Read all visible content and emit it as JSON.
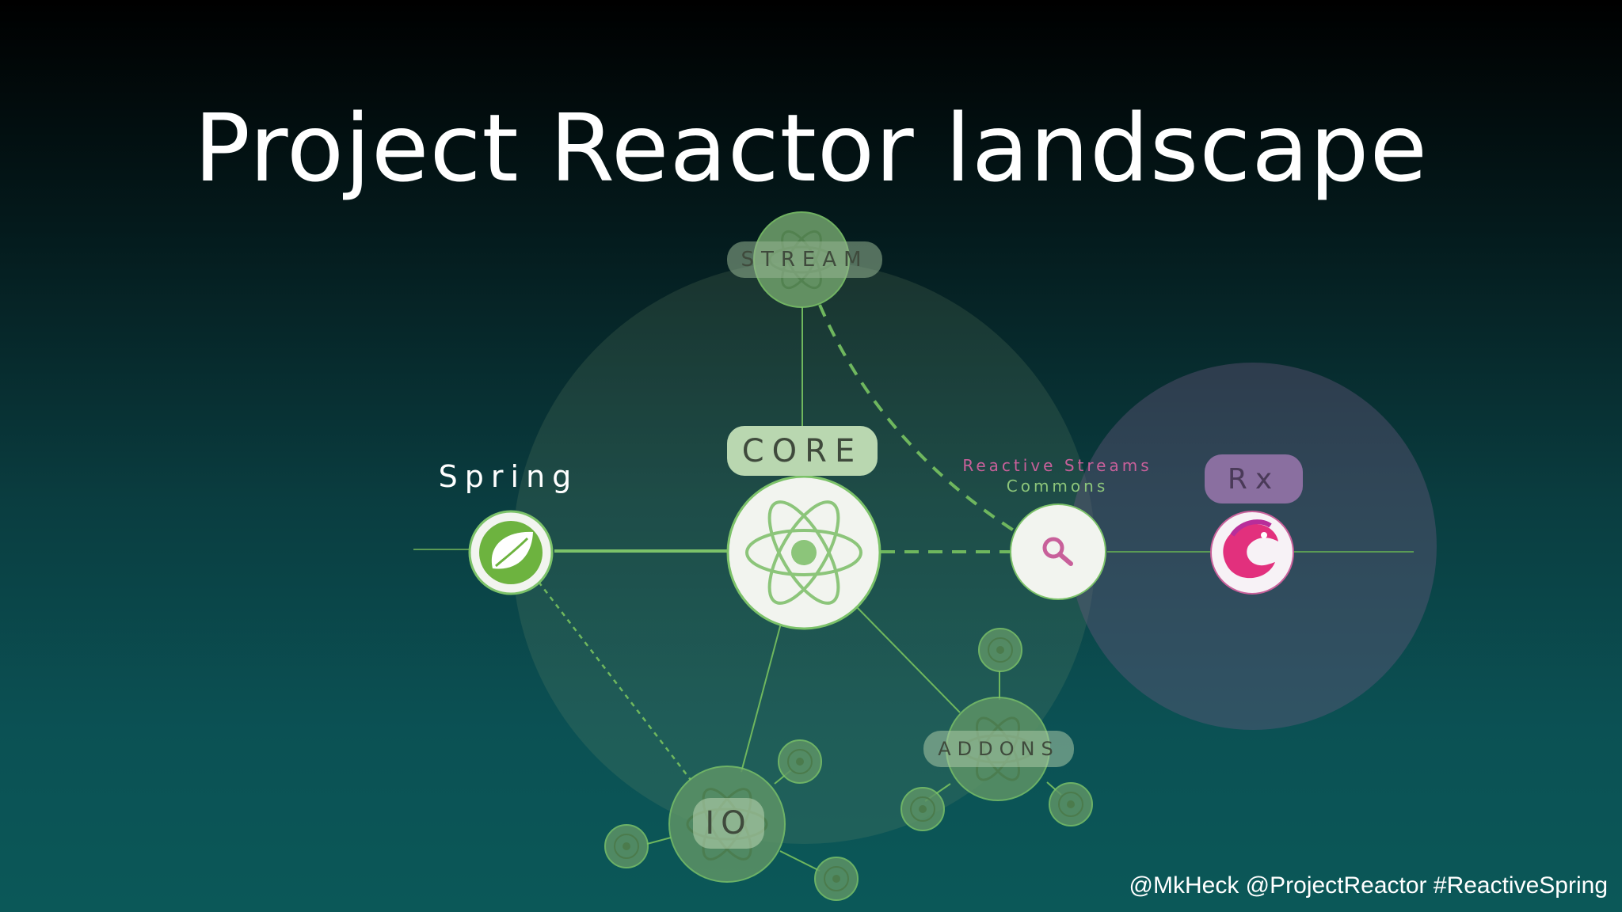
{
  "title": "Project Reactor landscape",
  "nodes": {
    "stream": "STREAM",
    "core": "CORE",
    "spring": "Spring",
    "reactive_streams_line1": "Reactive Streams",
    "reactive_streams_line2": "Commons",
    "rx": "Rx",
    "addons": "ADDONS",
    "io": "IO"
  },
  "icons": {
    "spring": "spring-leaf-icon",
    "core": "atom-icon",
    "reactive_streams": "magnifier-icon",
    "rx": "reactivex-eel-icon"
  },
  "colors": {
    "accent_green": "#8cc57a",
    "rs_pink": "#c8609a",
    "rx_purple": "#8a6fa0"
  },
  "footer": "@MkHeck @ProjectReactor #ReactiveSpring"
}
